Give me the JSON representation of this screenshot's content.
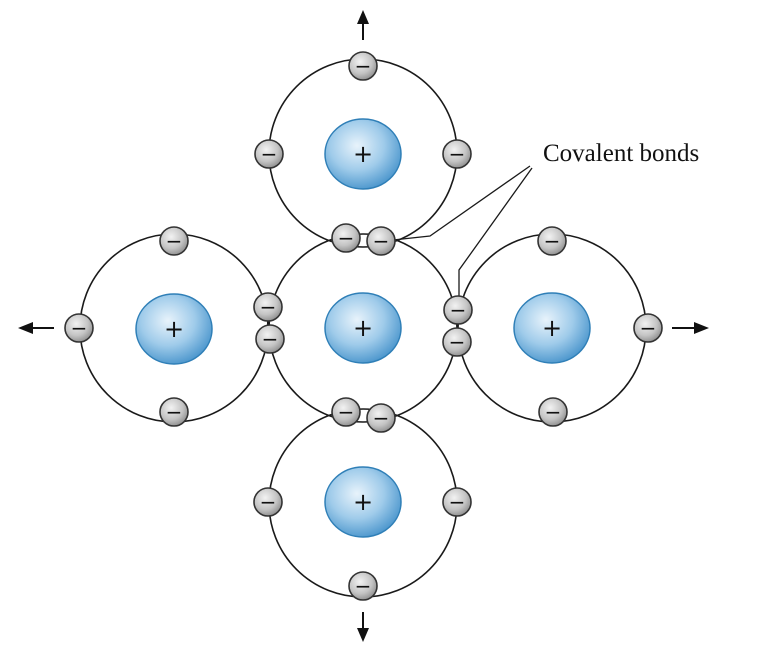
{
  "nucleus": {
    "sign": "+",
    "colors": {
      "center": "#e8f3fb",
      "mid": "#9fcbea",
      "edge": "#4a95cc"
    }
  },
  "electron": {
    "sign": "−",
    "colors": {
      "center": "#f2f2f2",
      "mid": "#c4c4c4",
      "edge": "#8a8a8a"
    }
  },
  "label": {
    "text": "Covalent bonds"
  },
  "arrows": [
    "arrow-up",
    "arrow-down",
    "arrow-left",
    "arrow-right"
  ]
}
